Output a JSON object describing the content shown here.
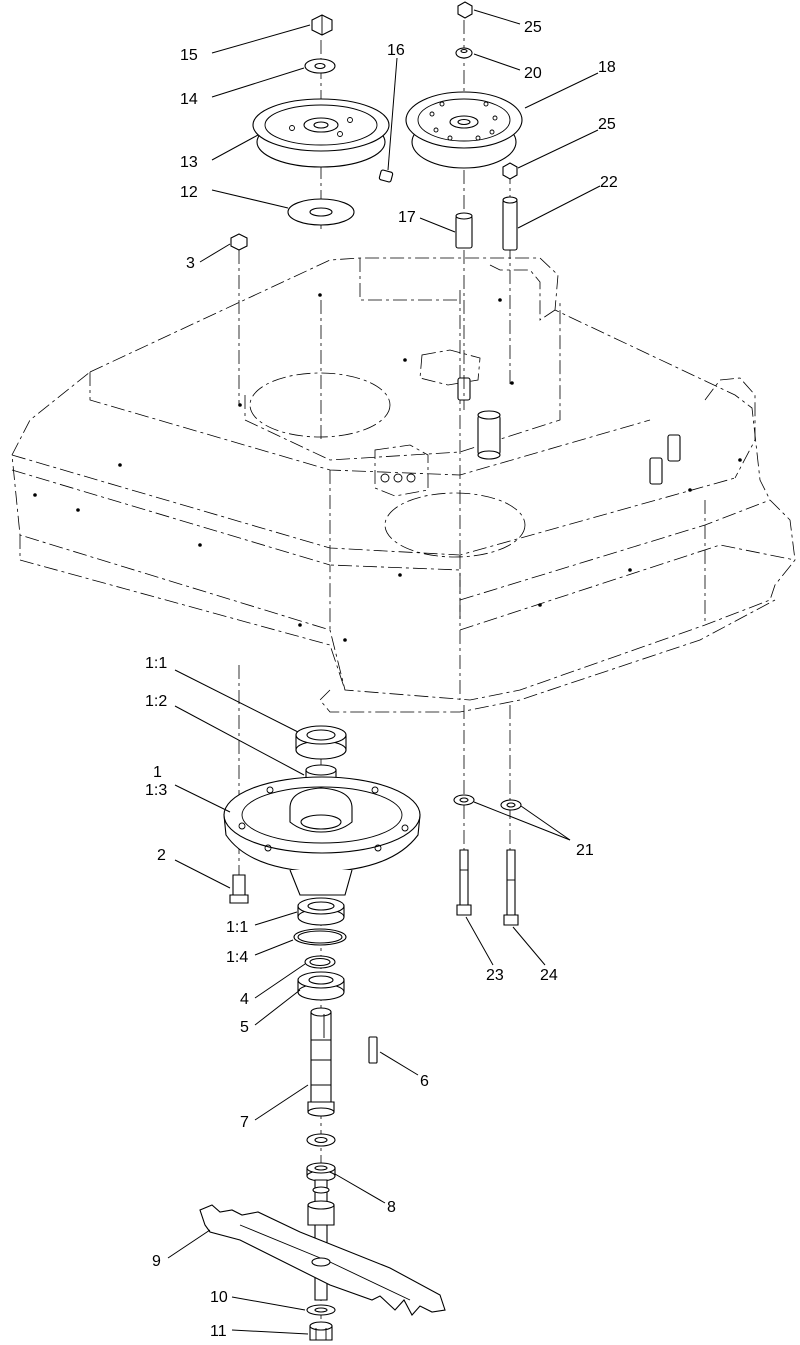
{
  "callouts": [
    {
      "id": "c15",
      "text": "15"
    },
    {
      "id": "c14",
      "text": "14"
    },
    {
      "id": "c13",
      "text": "13"
    },
    {
      "id": "c12",
      "text": "12"
    },
    {
      "id": "c16",
      "text": "16"
    },
    {
      "id": "c3",
      "text": "3"
    },
    {
      "id": "c25a",
      "text": "25"
    },
    {
      "id": "c20",
      "text": "20"
    },
    {
      "id": "c18",
      "text": "18"
    },
    {
      "id": "c25b",
      "text": "25"
    },
    {
      "id": "c22",
      "text": "22"
    },
    {
      "id": "c17",
      "text": "17"
    },
    {
      "id": "c1_1a",
      "text": "1:1"
    },
    {
      "id": "c1_2",
      "text": "1:2"
    },
    {
      "id": "c1",
      "text": "1"
    },
    {
      "id": "c1_3",
      "text": "1:3"
    },
    {
      "id": "c2",
      "text": "2"
    },
    {
      "id": "c1_1b",
      "text": "1:1"
    },
    {
      "id": "c1_4",
      "text": "1:4"
    },
    {
      "id": "c4",
      "text": "4"
    },
    {
      "id": "c5",
      "text": "5"
    },
    {
      "id": "c6",
      "text": "6"
    },
    {
      "id": "c7",
      "text": "7"
    },
    {
      "id": "c8",
      "text": "8"
    },
    {
      "id": "c9",
      "text": "9"
    },
    {
      "id": "c10",
      "text": "10"
    },
    {
      "id": "c11",
      "text": "11"
    },
    {
      "id": "c21",
      "text": "21"
    },
    {
      "id": "c23",
      "text": "23"
    },
    {
      "id": "c24",
      "text": "24"
    }
  ]
}
